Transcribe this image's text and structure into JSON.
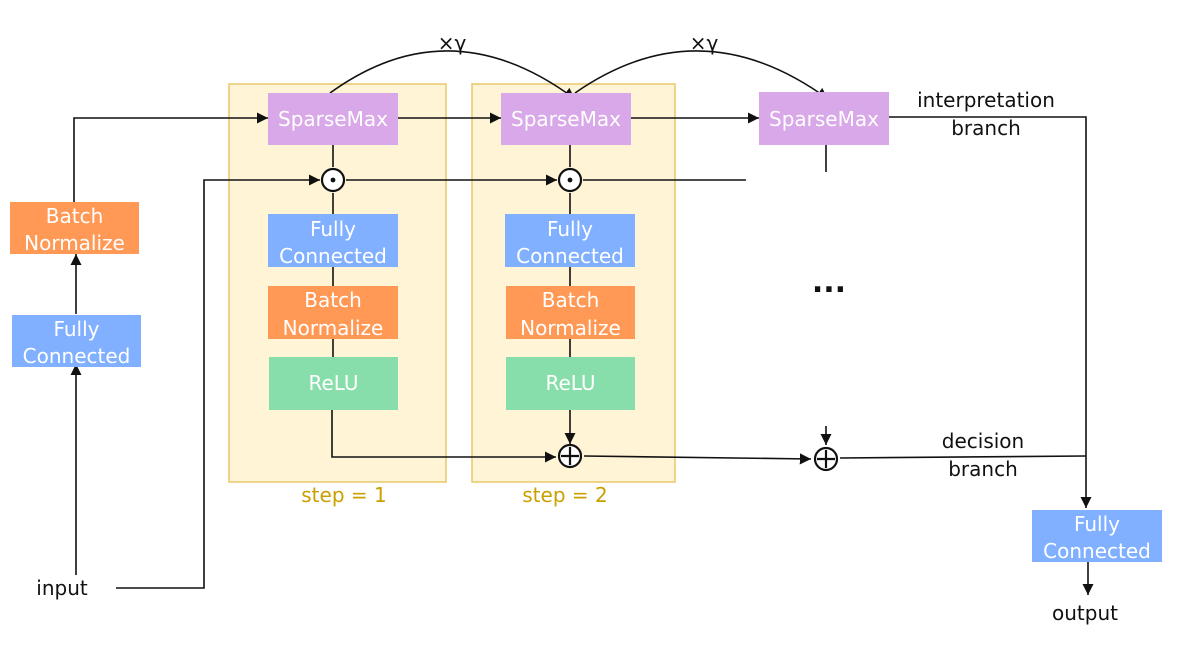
{
  "colors": {
    "fully_connected": "#80b0ff",
    "batch_normalize": "#ff9955",
    "relu": "#87deaa",
    "sparsemax": "#d9a8e8",
    "step_fill": "#fff4d6",
    "step_border": "#e8c86a",
    "step_text": "#c9a000",
    "line": "#111111"
  },
  "blocks": {
    "fc_line1": "Fully",
    "fc_line2": "Connected",
    "bn_line1": "Batch",
    "bn_line2": "Normalize",
    "relu": "ReLU",
    "sparsemax": "SparseMax"
  },
  "labels": {
    "input": "input",
    "output": "output",
    "gamma": "×γ",
    "interpretation_line1": "interpretation",
    "interpretation_line2": "branch",
    "decision_line1": "decision",
    "decision_line2": "branch",
    "ellipsis": "...",
    "step1": "step = 1",
    "step2": "step = 2"
  },
  "operators": {
    "multiply": "⊙",
    "add": "⊕"
  }
}
